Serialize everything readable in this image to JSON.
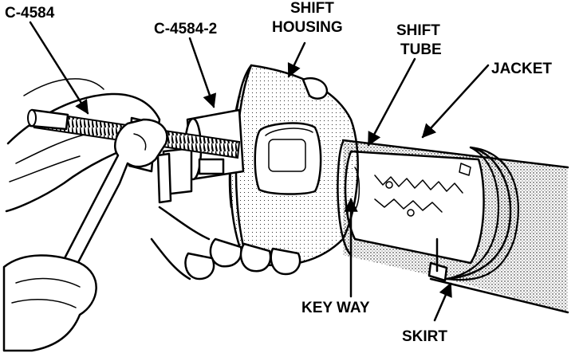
{
  "labels": {
    "tool_puller": "C-4584",
    "tool_adapter": "C-4584-2",
    "shift_housing_line1": "SHIFT",
    "shift_housing_line2": "HOUSING",
    "shift_tube_line1": "SHIFT",
    "shift_tube_line2": "TUBE",
    "jacket": "JACKET",
    "key_way": "KEY WAY",
    "skirt": "SKIRT"
  }
}
